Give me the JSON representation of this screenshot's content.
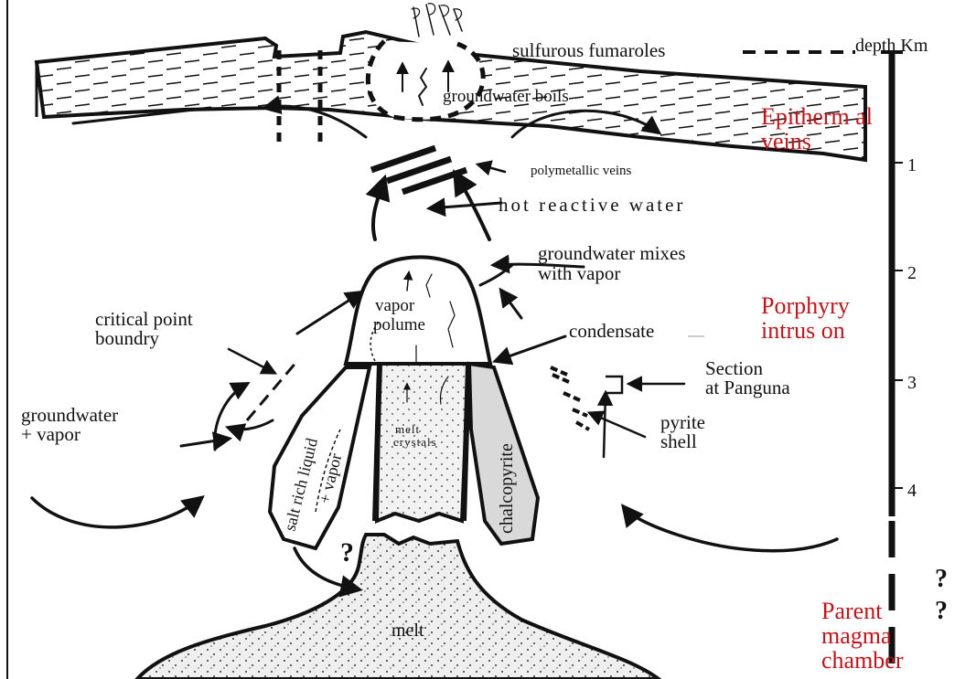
{
  "labels": {
    "fumaroles": "sulfurous fumaroles",
    "depth_title": "depth Km",
    "groundwater_boils": "groundwater boils",
    "polymetallic": "polymetallic veins",
    "hot_water": "hot reactive water",
    "mixes_1": "groundwater mixes",
    "mixes_2": "with vapor",
    "vapor_1": "vapor",
    "vapor_2": "polume",
    "critical_1": "critical point",
    "critical_2": "boundry",
    "condensate": "condensate",
    "section_1": "Section",
    "section_2": "at Panguna",
    "gw_vapor_1": "groundwater",
    "gw_vapor_2": "+ vapor",
    "pyrite_1": "pyrite",
    "pyrite_2": "shell",
    "salt_1": "salt rich liquid",
    "salt_2": "+ vapor",
    "melt_crystals_1": "melt",
    "melt_crystals_2": "crystals",
    "chalcopyrite": "chalcopyrite",
    "question": "?",
    "melt": "melt"
  },
  "zones": {
    "epithermal_1": "Epitherm al",
    "epithermal_2": "veins",
    "porphyry_1": "Porphyry",
    "porphyry_2": "intrus on",
    "parent_1": "Parent",
    "parent_2": "magma",
    "parent_3": "chamber"
  },
  "depth_scale": {
    "ticks": [
      "1",
      "2",
      "3",
      "4"
    ]
  },
  "colors": {
    "ink": "#111111",
    "zone_text": "#c0141b",
    "melt_fill": "#e8e8e8",
    "chalcopyrite_fill": "#d9d9d9"
  }
}
